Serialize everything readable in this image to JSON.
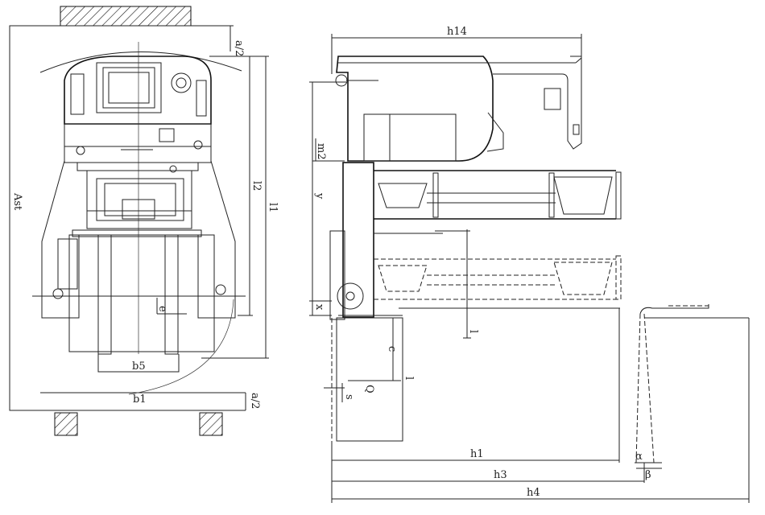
{
  "colors": {
    "line": "#222222",
    "background": "#ffffff"
  },
  "left_view": {
    "labels": {
      "half_clearance_top": "a/2",
      "half_clearance_bottom": "a/2",
      "aisle_width": "Ast",
      "length_l2": "l2",
      "length_l1": "l1",
      "offset_e": "e",
      "width_b5": "b5",
      "width_b1": "b1"
    }
  },
  "right_view": {
    "labels": {
      "overall_h14": "h14",
      "height_m2": "m2",
      "stroke_y": "y",
      "offset_x": "x",
      "dim_l_right": "l",
      "dim_c": "c",
      "dim_l_lower": "l",
      "load_q": "Q",
      "dim_s": "s",
      "height_h1": "h1",
      "height_h3": "h3",
      "height_h4": "h4",
      "angle_alpha": "α",
      "angle_beta": "β"
    }
  }
}
